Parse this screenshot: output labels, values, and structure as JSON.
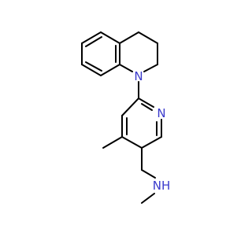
{
  "structure": {
    "atoms": {
      "ring_nitrogen": {
        "label": "N",
        "color": "#3a3acc"
      },
      "pyridine_nitrogen": {
        "label": "N",
        "color": "#3a3acc"
      },
      "amine": {
        "label": "NH",
        "color": "#3a3acc"
      }
    }
  }
}
